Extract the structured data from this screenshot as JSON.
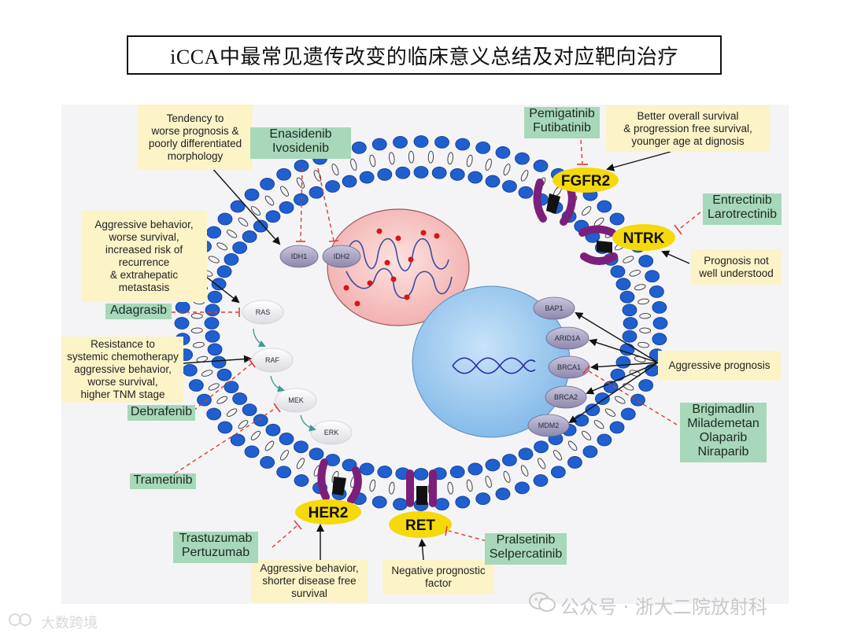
{
  "title": "iCCA中最常见遗传改变的临床意义总结及对应靶向治疗",
  "receptors": {
    "fgfr2": "FGFR2",
    "ntrk": "NTRK",
    "her2": "HER2",
    "ret": "RET"
  },
  "proteins": {
    "idh1": "IDH1",
    "idh2": "IDH2",
    "ras": "RAS",
    "raf": "RAF",
    "mek": "MEK",
    "erk": "ERK",
    "bap1": "BAP1",
    "arid1a": "ARID1A",
    "brca1": "BRCA1",
    "brca2": "BRCA2",
    "mdm2": "MDM2"
  },
  "notes": {
    "idh": "Tendency to\nworse prognosis &\npoorly differentiated\nmorphology",
    "ras": "Aggressive behavior,\nworse survival,\nincreased risk of\nrecurrence\n& extrahepatic\nmetastasis",
    "raf": "Resistance to\nsystemic chemotherapy\naggressive behavior,\nworse survival,\nhigher TNM stage",
    "fgfr2": "Better overall survival\n& progression free survival,\nyounger age at dignosis",
    "ntrk": "Prognosis not\nwell understood",
    "nuclear": "Aggressive prognosis",
    "her2": "Aggressive behavior,\nshorter disease free\nsurvival",
    "ret": "Negative prognostic\nfactor"
  },
  "drugs": {
    "idh": "Enasidenib\nIvosidenib",
    "fgfr2": "Pemigatinib\nFutibatinib",
    "ntrk": "Entrectinib\nLarotrectinib",
    "ras": "Adagrasib",
    "raf": "Debrafenib",
    "mek": "Trametinib",
    "brca": "Brigimadlin\nMilademetan\nOlaparib\nNiraparib",
    "her2": "Trastuzumab\nPertuzumab",
    "ret": "Pralsetinib\nSelpercatinib"
  },
  "watermarks": {
    "main": "公众号 · 浙大二院放射科",
    "corner": "大数跨境"
  },
  "icons": {
    "wechat": "wechat-icon",
    "corner": "brand-logo-icon"
  },
  "colors": {
    "membrane_head": "#1f5fd0",
    "receptor": "#7b1f7a",
    "receptor_label": "#f5d90a",
    "note_bg": "#fcf3c7",
    "drug_bg": "#a7d8b9",
    "inhibitor_line": "#e03a2f",
    "nucleus": "#8ec3ef",
    "mitochondria": "#f3b9b9"
  }
}
